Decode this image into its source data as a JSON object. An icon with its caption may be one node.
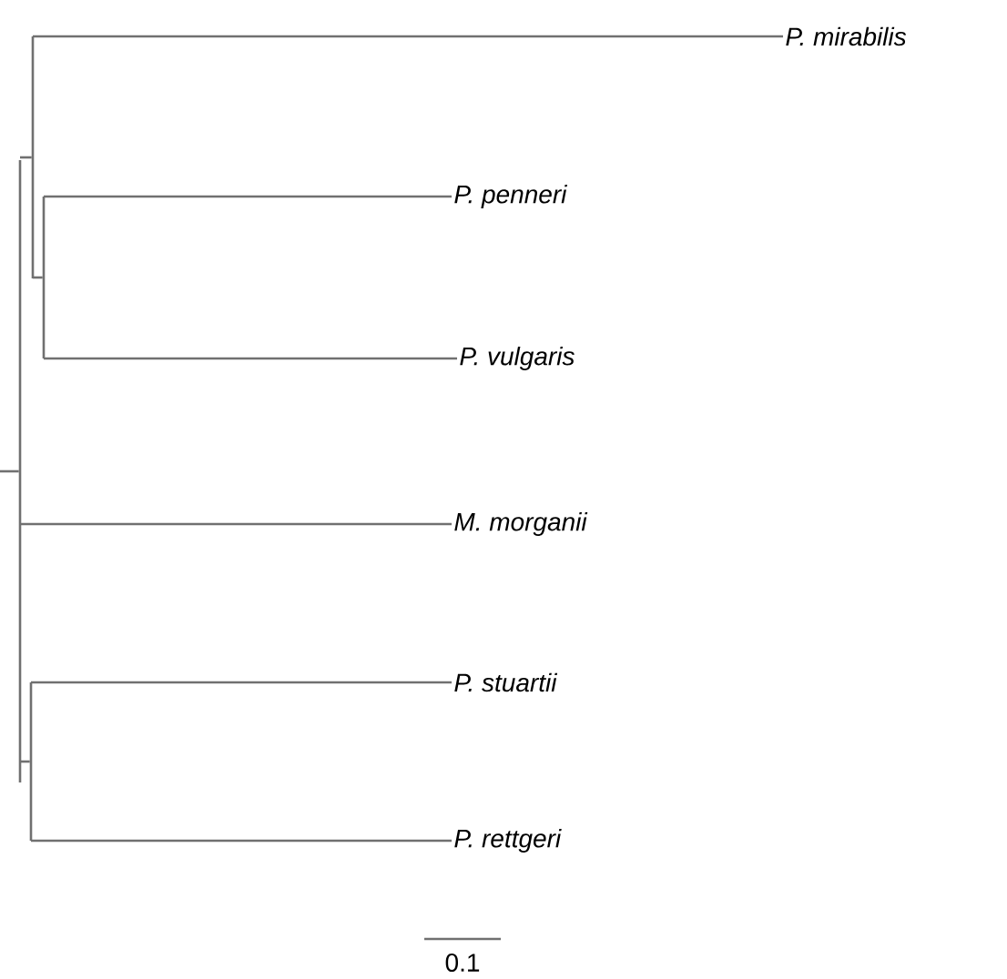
{
  "diagram": {
    "nodes": [
      {
        "text": [],
        "shape": "bar"
      },
      {
        "text": [],
        "shape": "bar"
      },
      {
        "text": [
          "P. mirabilis"
        ]
      },
      {
        "text": [],
        "shape": "bar"
      },
      {
        "text": [
          "P. penneri"
        ]
      },
      {
        "text": [
          "P. vulgaris"
        ]
      },
      {
        "text": [
          "M. morganii"
        ]
      },
      {
        "text": [],
        "shape": "bar"
      },
      {
        "text": [
          "P. stuartii"
        ]
      },
      {
        "text": [
          "P. rettgeri"
        ]
      }
    ],
    "edges": [
      {
        "from": null,
        "to": 0,
        "arrow": "none"
      },
      {
        "from": 0,
        "to": 1,
        "arrow": "none"
      },
      {
        "from": 1,
        "to": 2,
        "arrow": "none"
      },
      {
        "from": 1,
        "to": 3,
        "arrow": "none"
      },
      {
        "from": 3,
        "to": 4,
        "arrow": "none"
      },
      {
        "from": 3,
        "to": 5,
        "arrow": "none"
      },
      {
        "from": 0,
        "to": 6,
        "arrow": "none"
      },
      {
        "from": 0,
        "to": 7,
        "arrow": "none"
      },
      {
        "from": 7,
        "to": 8,
        "arrow": "none"
      },
      {
        "from": 7,
        "to": 9,
        "arrow": "none"
      }
    ],
    "labels": [
      "0.1"
    ]
  }
}
